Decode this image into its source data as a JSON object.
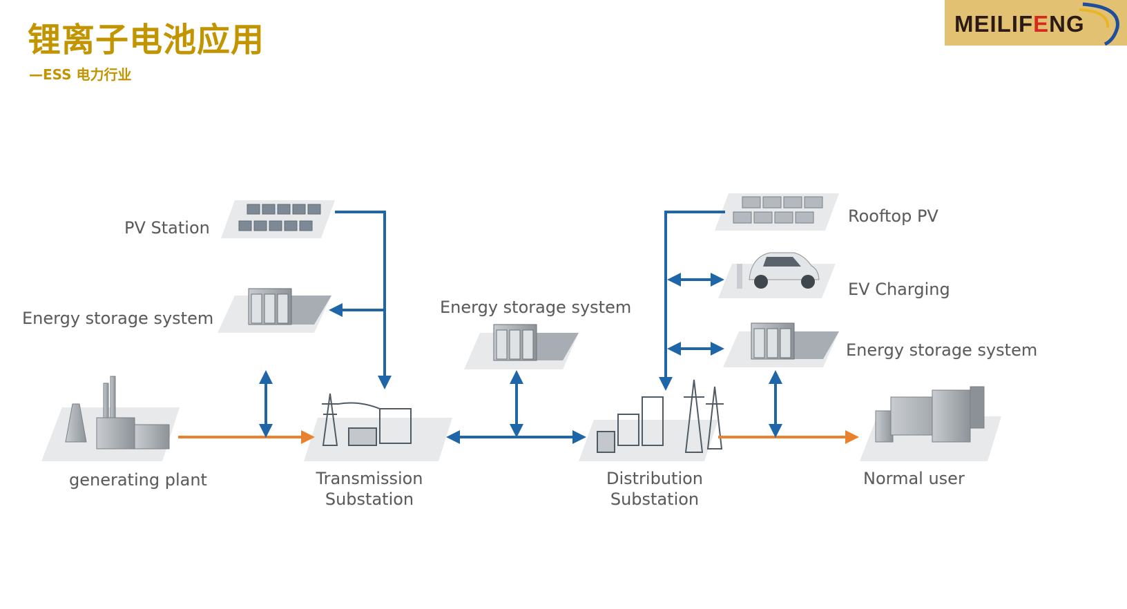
{
  "header": {
    "title": "锂离子电池应用",
    "subtitle": "—ESS 电力行业",
    "accent_color": "#C29400"
  },
  "logo": {
    "text": "MEILIFENG",
    "background_color": "#E2C173"
  },
  "diagram": {
    "colors": {
      "grid_flow": "#E8822E",
      "storage_flow": "#1F66A8",
      "platform": "#E6E8EA",
      "equipment": "#9DA3A8"
    },
    "nodes": {
      "pv_station": "PV Station",
      "ess_left": "Energy storage system",
      "generating_plant": "generating plant",
      "transmission_substation_line1": "Transmission",
      "transmission_substation_line2": "Substation",
      "ess_middle": "Energy storage system",
      "distribution_substation_line1": "Distribution",
      "distribution_substation_line2": "Substation",
      "rooftop_pv": "Rooftop PV",
      "ev_charging": "EV Charging",
      "ess_right": "Energy storage system",
      "normal_user": "Normal user"
    }
  }
}
